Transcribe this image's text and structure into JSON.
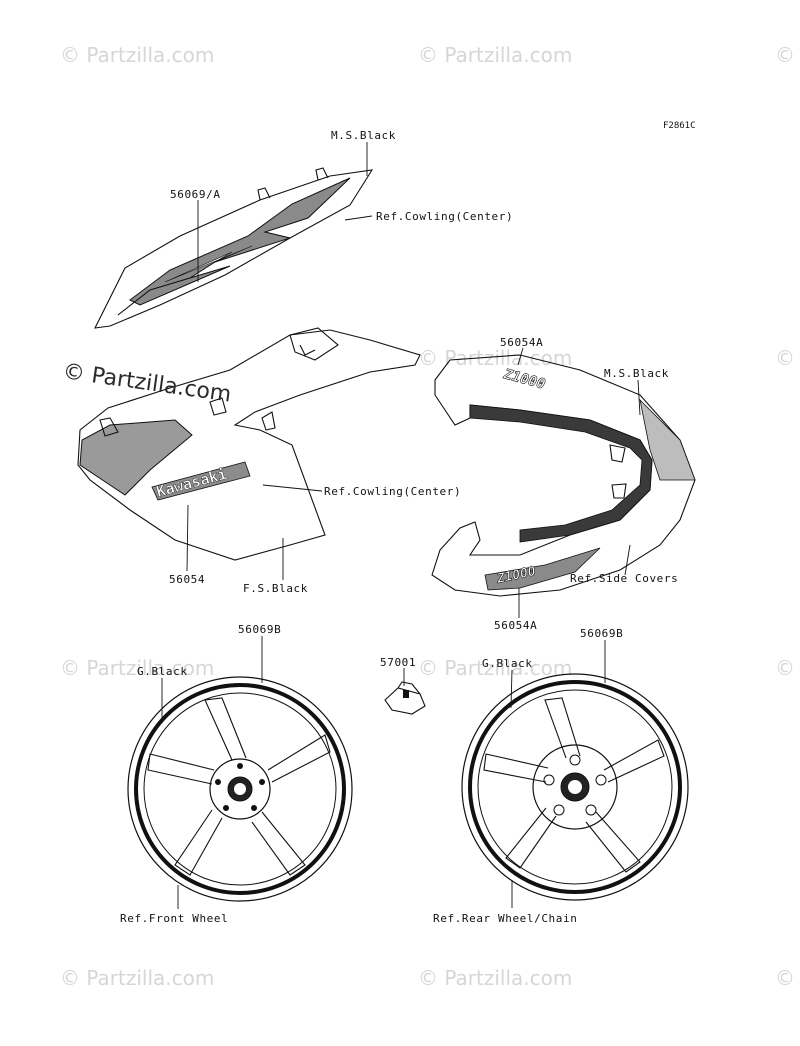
{
  "diagram": {
    "figure_code": "F2861C",
    "labels": {
      "ms_black_top": "M.S.Black",
      "part_56069a": "56069/A",
      "ref_cowling_center_top": "Ref.Cowling(Center)",
      "part_56054a_top": "56054A",
      "ms_black_right": "M.S.Black",
      "ref_cowling_center_mid": "Ref.Cowling(Center)",
      "part_56054": "56054",
      "fs_black": "F.S.Black",
      "ref_side_covers": "Ref.Side Covers",
      "part_56054a_bottom": "56054A",
      "part_56069b_left": "56069B",
      "g_black_left": "G.Black",
      "part_57001": "57001",
      "g_black_right": "G.Black",
      "part_56069b_right": "56069B",
      "ref_front_wheel": "Ref.Front Wheel",
      "ref_rear_wheel": "Ref.Rear Wheel/Chain"
    },
    "decal_text": {
      "kawasaki": "Kawasaki",
      "z1000_top": "Z1000",
      "z1000_bottom": "Z1000"
    },
    "watermark": {
      "text": "© Partzilla.com",
      "symbol": "©"
    }
  }
}
